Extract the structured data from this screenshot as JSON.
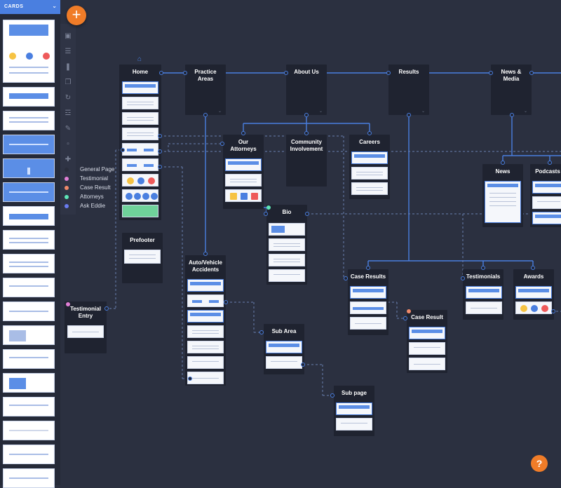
{
  "sidebar": {
    "header": "CARDS",
    "chevron_icon": "chevron-down-icon"
  },
  "toolbar": {
    "icons": [
      "save-icon",
      "menu-icon",
      "columns-icon",
      "copy-icon",
      "sync-icon",
      "sitemap-icon",
      "eraser-icon",
      "trash-icon",
      "plus-icon"
    ]
  },
  "fab": {
    "label": "+"
  },
  "legend": [
    {
      "label": "General Page",
      "color": "#2a2e3c"
    },
    {
      "label": "Testimonial",
      "color": "#e07fd6"
    },
    {
      "label": "Case Result",
      "color": "#f08a6a"
    },
    {
      "label": "Attorneys",
      "color": "#5ee6b8"
    },
    {
      "label": "Ask Eddie",
      "color": "#6a7cf0"
    }
  ],
  "nodes": {
    "home": "Home",
    "practice_areas": "Practice\nAreas",
    "about_us": "About Us",
    "results": "Results",
    "news_media": "News &\nMedia",
    "our_attorneys": "Our\nAttorneys",
    "community": "Community\nInvolvement",
    "careers": "Careers",
    "news": "News",
    "podcasts": "Podcasts",
    "bio": "Bio",
    "prefooter": "Prefooter",
    "auto_accidents": "Auto/Vehicle\nAccidents",
    "testimonial_entry": "Testimonial\nEntry",
    "sub_area": "Sub Area",
    "case_results": "Case Results",
    "testimonials": "Testimonials",
    "awards": "Awards",
    "case_result": "Case Result",
    "sub_page": "Sub page"
  },
  "help": {
    "label": "?"
  },
  "colors": {
    "accent": "#4a7fe0",
    "orange": "#f07c28",
    "bg": "#2b3040"
  }
}
